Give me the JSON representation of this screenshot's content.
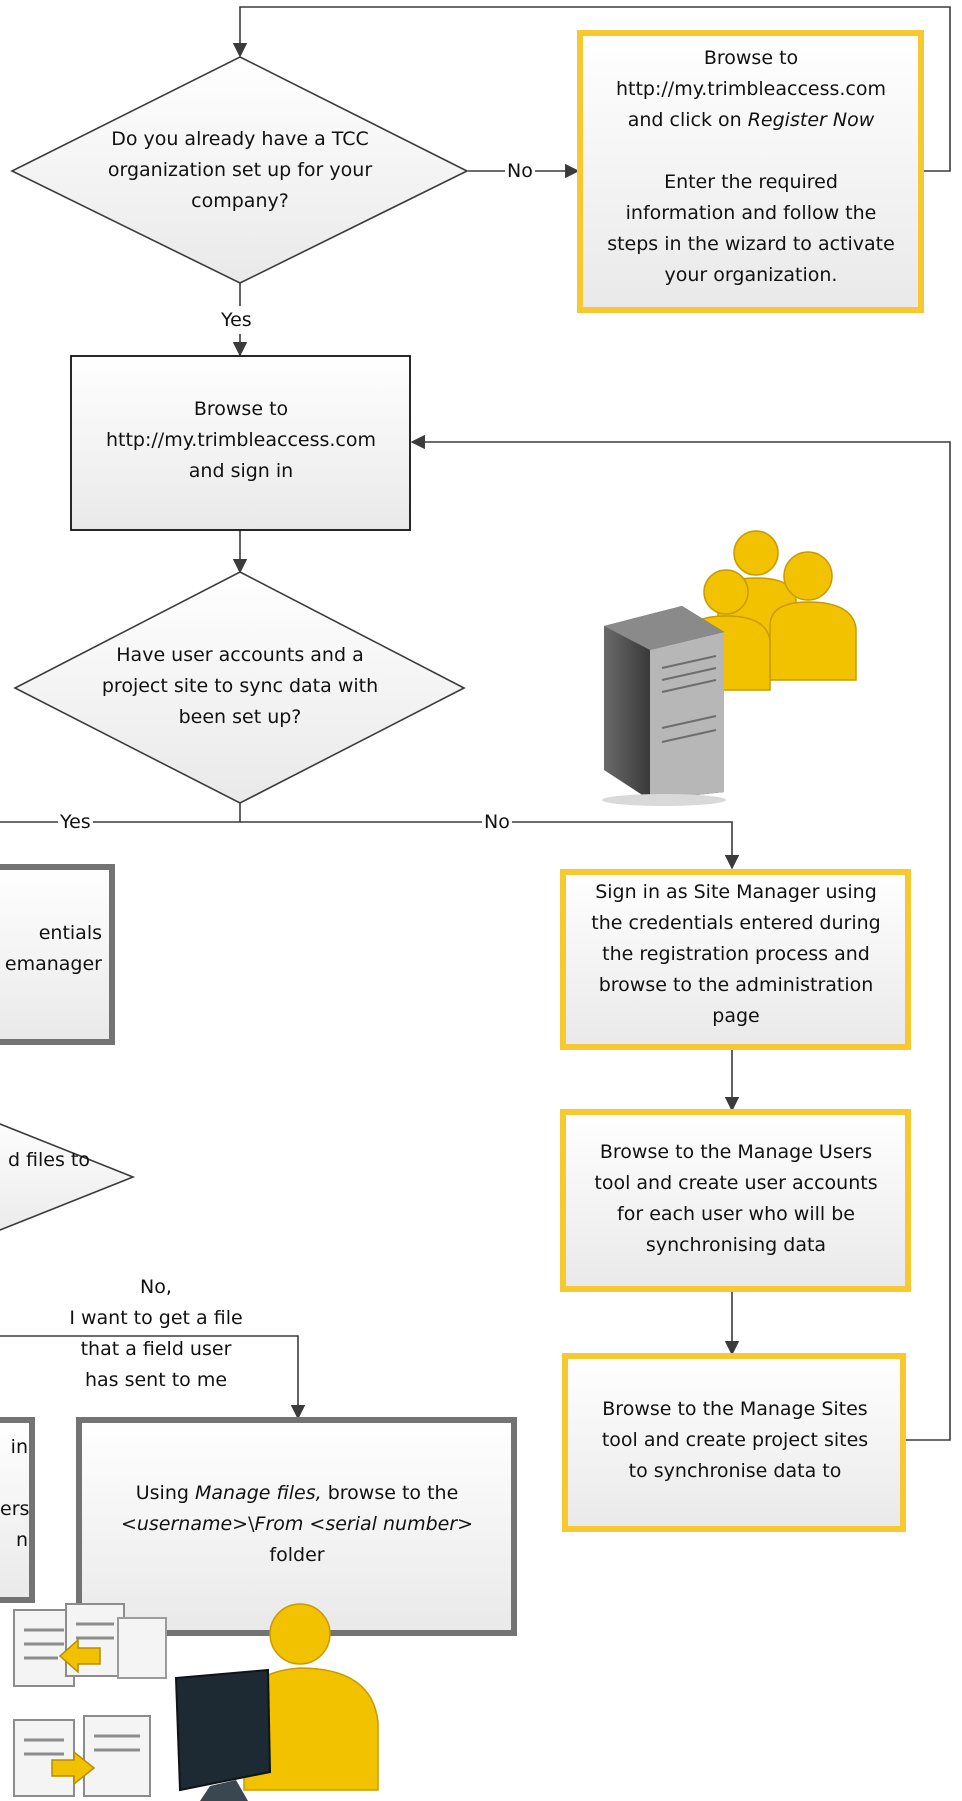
{
  "colors": {
    "line": "#3b3b3b",
    "plain_box_border": "#111111",
    "grey_box_border": "#737373",
    "action_box_border": "#f7c830",
    "box_fill": "#ffffff",
    "box_fill_shade": "#ebebeb",
    "person_yellow": "#f2c200",
    "server_dark": "#2f2f2f"
  },
  "icons": {
    "users_group": "users-group-icon",
    "server": "server-icon",
    "file_transfer": "file-transfer-icon",
    "user_at_computer": "user-computer-icon"
  },
  "diagram": {
    "decisions": {
      "tcc_org": {
        "l1": "Do you already have a TCC",
        "l2": "organization set up for your",
        "l3": "company?"
      },
      "accounts": {
        "l1": "Have user accounts  and a",
        "l2": "project site to sync data with",
        "l3": "been set up?"
      },
      "files_partial": {
        "l1": "d files to",
        "l2": ""
      }
    },
    "boxes": {
      "register": {
        "l1": "Browse to",
        "l2": "http://my.trimbleaccess.com",
        "l3_pre": "and click on ",
        "l3_em": "Register Now",
        "l4": "Enter the required",
        "l5": "information and follow the",
        "l6": "steps in the wizard to activate",
        "l7": "your organization."
      },
      "signin": {
        "l1": "Browse to",
        "l2": "http://my.trimbleaccess.com",
        "l3": "and sign in"
      },
      "site_manager": {
        "l1": "Sign in as Site Manager using",
        "l2": "the credentials entered during",
        "l3": "the registration process and",
        "l4": "browse to the administration",
        "l5": "page"
      },
      "manage_users": {
        "l1": "Browse to the  Manage Users",
        "l2": "tool and create user accounts",
        "l3": "for each user who will be",
        "l4": "synchronising data"
      },
      "manage_sites": {
        "l1": "Browse to the  Manage Sites",
        "l2": "tool and create project sites",
        "l3": "to synchronise data to"
      },
      "credentials_partial": {
        "l1": "entials",
        "l2": "emanager"
      },
      "left_partial": {
        "l1": "in",
        "l2": "ers",
        "l3": "n"
      },
      "manage_files": {
        "l1_em": "Manage files,",
        "l1_pre": "Using ",
        "l1_post": " browse to the",
        "l2_em1": "<username>",
        "l2_mid": "\\",
        "l2_em2": "From <serial number>",
        "l3": "folder"
      }
    },
    "labels": {
      "no_register": "No",
      "yes_signin": "Yes",
      "yes_left": "Yes",
      "no_site_manager": "No",
      "get_file": {
        "l1": "No,",
        "l2": "I want to get a file",
        "l3": "that a field user",
        "l4": "has sent to me"
      }
    }
  }
}
